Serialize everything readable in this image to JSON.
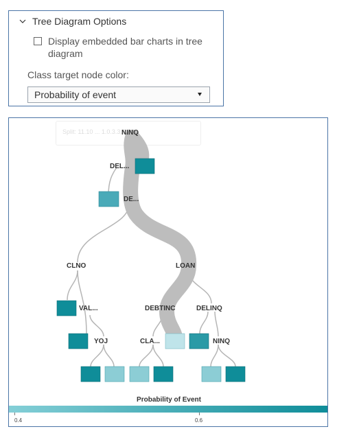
{
  "options_panel": {
    "header": "Tree Diagram Options",
    "checkbox_label": "Display embedded bar charts in tree diagram",
    "checkbox_checked": false,
    "color_label": "Class target node color:",
    "color_select_value": "Probability of event"
  },
  "tree": {
    "tooltip_text": "Split: 11.10 ... 1.0.3.3.9.8...",
    "labels": {
      "root": "NINQ",
      "del": "DEL...",
      "de": "DE...",
      "clno": "CLNO",
      "loan": "LOAN",
      "val": "VAL...",
      "yoj": "YOJ",
      "debtinc": "DEBTINC",
      "delinq": "DELINQ",
      "cla": "CLA...",
      "ninq2": "NINQ"
    },
    "legend": {
      "title": "Probability of Event",
      "tick_min": "0.4",
      "tick_mid": "0.6",
      "color_low": "#84cfd7",
      "color_high": "#0f8d99"
    },
    "node_colors": {
      "dark": "#0f8d99",
      "medium": "#4aaab8",
      "light": "#8ccdd5",
      "pale": "#bfe4ea"
    }
  }
}
